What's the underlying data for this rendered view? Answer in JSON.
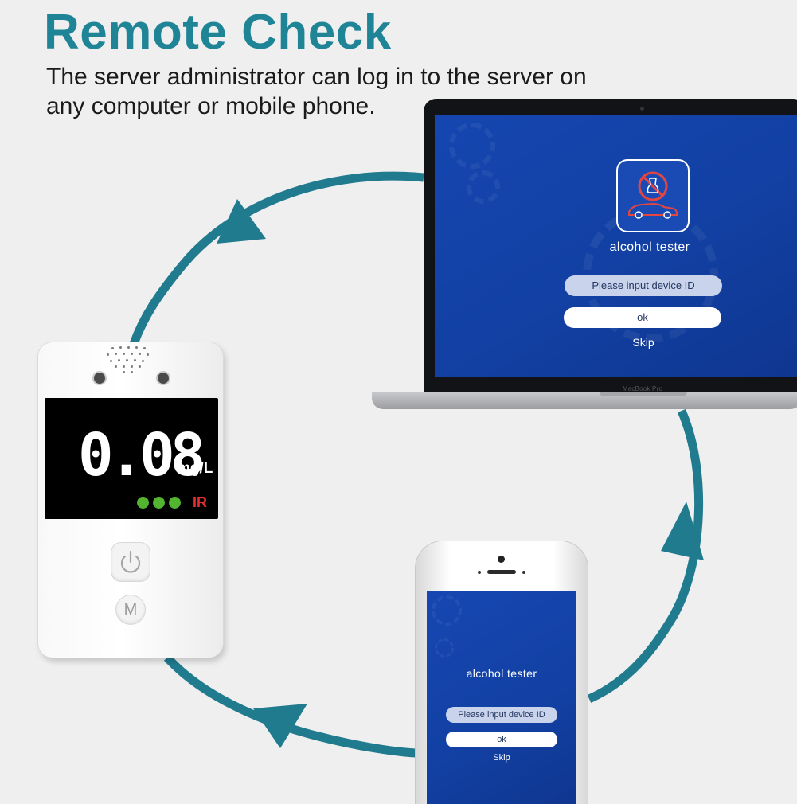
{
  "header": {
    "title": "Remote Check",
    "subtitle": "The server administrator can log in to the server on any computer or mobile phone."
  },
  "laptop": {
    "brand": "MacBook Pro",
    "app_name": "alcohol tester",
    "device_id_placeholder": "Please input device ID",
    "ok_label": "ok",
    "skip_label": "Skip"
  },
  "phone": {
    "app_name": "alcohol tester",
    "device_id_placeholder": "Please input device ID",
    "ok_label": "ok",
    "skip_label": "Skip"
  },
  "device": {
    "reading": "0.08",
    "unit": "mg/L",
    "indicator_label": "IR",
    "power_icon": "power-icon",
    "mode_button_label": "M"
  },
  "colors": {
    "accent": "#1e8496",
    "cycle_arrow": "#217b8f",
    "app_blue": "#1240a3",
    "led_green": "#53b52f",
    "ir_red": "#e43030"
  }
}
